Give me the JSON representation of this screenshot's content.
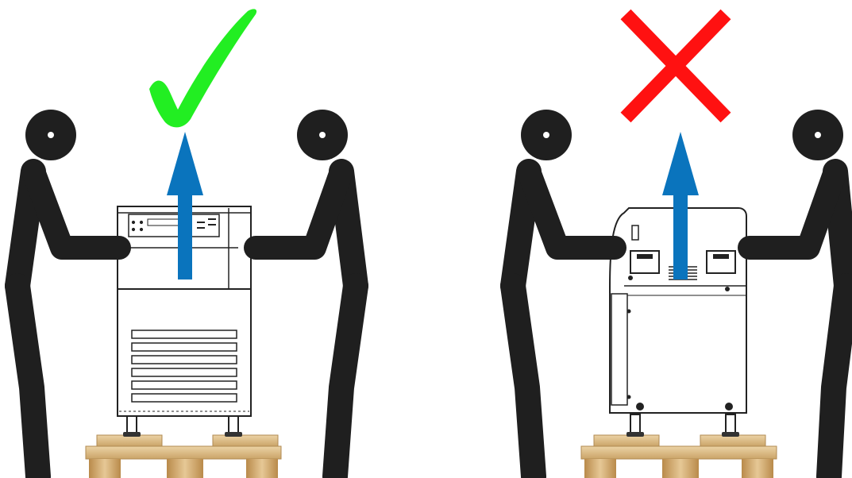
{
  "scenes": [
    {
      "id": "correct-lift",
      "verdict": "correct",
      "verdict_mark": "check-mark-icon",
      "verdict_color": "#22ee22",
      "unit_view": "front",
      "lift_direction": "up",
      "arrow_color": "#0a74bd"
    },
    {
      "id": "incorrect-lift",
      "verdict": "incorrect",
      "verdict_mark": "cross-mark-icon",
      "verdict_color": "#ff1111",
      "unit_view": "back",
      "lift_direction": "up",
      "arrow_color": "#0a74bd"
    }
  ],
  "colors": {
    "figure": "#1f1f1f",
    "pallet": "#e0c08e",
    "pallet_shade": "#c9a46c",
    "unit_outline": "#222222",
    "unit_fill": "#ffffff"
  }
}
